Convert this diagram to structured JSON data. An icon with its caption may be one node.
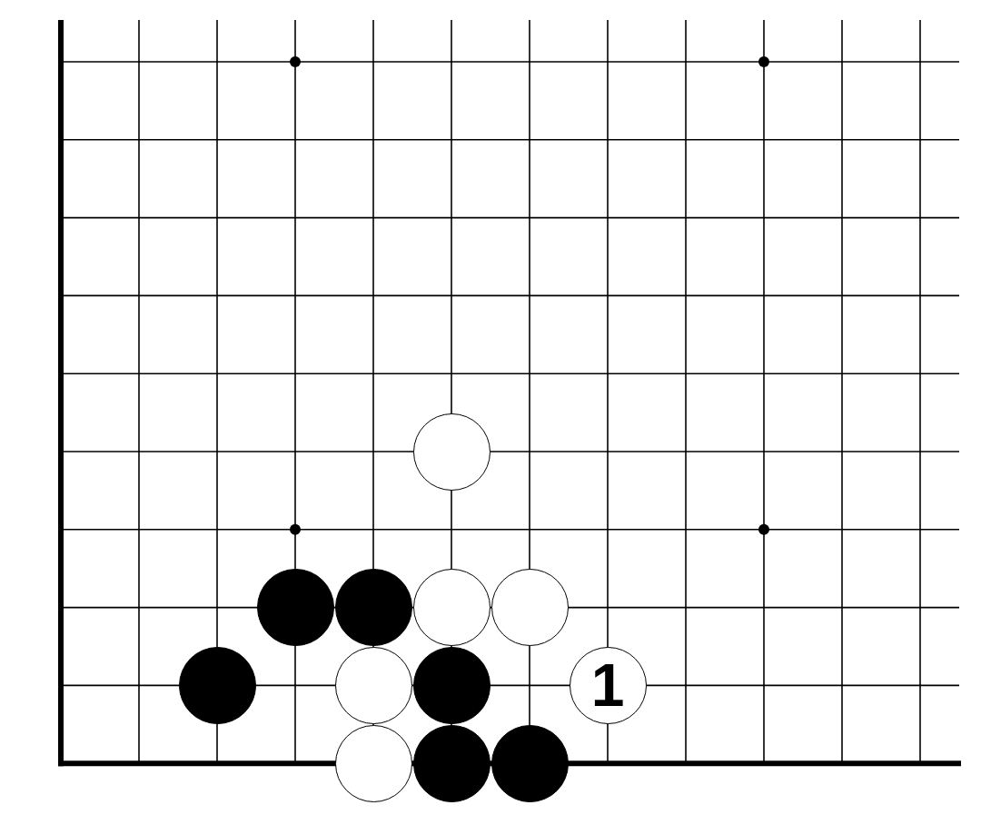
{
  "diagram": {
    "nodes": [
      {
        "text": [],
        "shape": "circle"
      },
      {
        "text": [],
        "shape": "disc"
      },
      {
        "text": [],
        "shape": "disc"
      },
      {
        "text": [],
        "shape": "circle"
      },
      {
        "text": [],
        "shape": "circle"
      },
      {
        "text": [],
        "shape": "disc"
      },
      {
        "text": [],
        "shape": "circle"
      },
      {
        "text": [],
        "shape": "disc"
      },
      {
        "text": [
          "1"
        ]
      },
      {
        "text": [],
        "shape": "circle"
      },
      {
        "text": [],
        "shape": "disc"
      },
      {
        "text": [],
        "shape": "disc"
      }
    ]
  }
}
